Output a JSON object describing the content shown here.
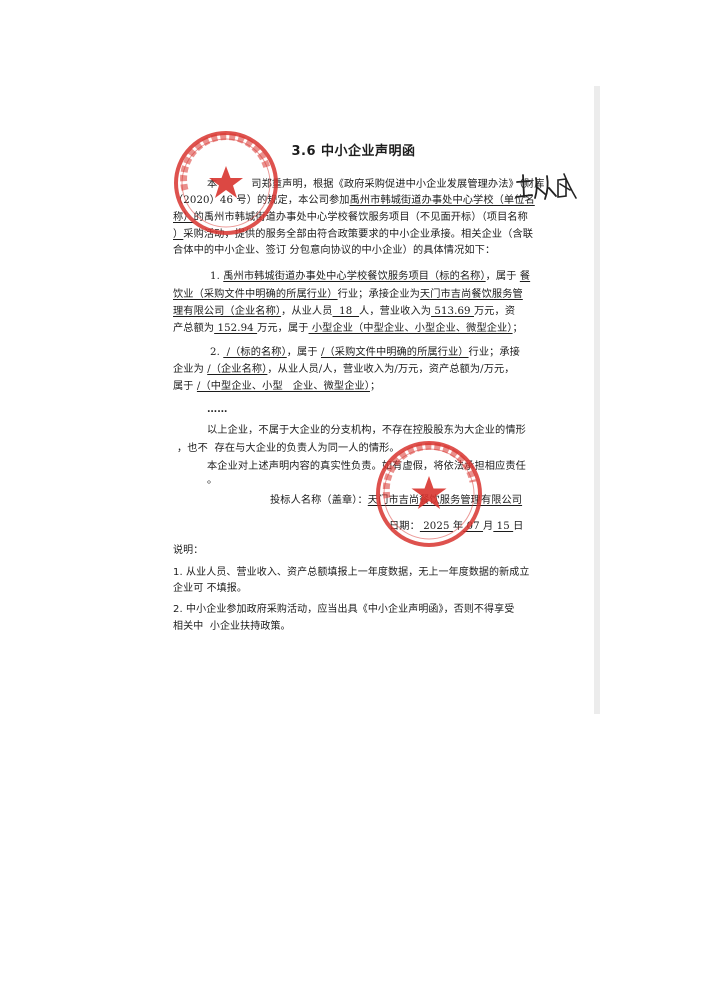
{
  "document": {
    "title": "3.6 中小企业声明函",
    "para1": {
      "line1_a": "本",
      "line1_b": "司郑重声明，根据《政府采购促进中小企业发展管理办法》（财库",
      "line2_a": "（2020）46 号）的规定，本公司参加",
      "line2_b": "禹州市韩城街道办事处中心学校（单位名",
      "line3_a": "称）",
      "line3_b": "的禹州市韩城街道办事处中心学校餐饮服务项目（不见面开标）（项目名称",
      "line4_a": "）",
      "line4_b": "采购活动，提供的服务全部由符合政策要求的中小企业承接。相关企业（含联",
      "line5": "合体中的中小企业、签订 分包意向协议的中小企业）的具体情况如下："
    },
    "item1": {
      "line1_a": "1. ",
      "line1_b": "禹州市韩城街道办事处中心学校餐饮服务项目（标的名称）",
      "line1_c": "，属于 ",
      "line1_d": "餐",
      "line2_a": "饮业（采购文件中明确的所属行业）",
      "line2_b": "行业；承接企业为",
      "line2_c": "天门市吉尚餐饮服务管",
      "line3_a": "理有限公司（企业名称）",
      "line3_b": "，从业人员",
      "line3_c": "  18  ",
      "line3_d": "人，营业收入为",
      "line3_e": " 513.69 ",
      "line3_f": "万元，资",
      "line4_a": "产总额为",
      "line4_b": " 152.94 ",
      "line4_c": "万元，属于",
      "line4_d": " 小型企业（中型企业、小型企业、微型企业）",
      "line4_e": "；"
    },
    "item2": {
      "line1_a": "2. ",
      "line1_b": " /（标的名称）",
      "line1_c": "，属于 ",
      "line1_d": "/（采购文件中明确的所属行业）",
      "line1_e": "行业；承接",
      "line2_a": "企业为 ",
      "line2_b": "/（企业名称）",
      "line2_c": "，从业人员/人，营业收入为/万元，资产总额为/万元，",
      "line3_a": "属于 ",
      "line3_b": "/（中型企业、小型   企业、微型企业）",
      "line3_c": "；"
    },
    "ellipsis": "……",
    "statement": {
      "line1": "以上企业，不属于大企业的分支机构，不存在控股股东为大企业的情形",
      "line2": "，也不  存在与大企业的负责人为同一人的情形。",
      "line3": "本企业对上述声明内容的真实性负责。如有虚假，将依法承担相应责任",
      "line4": "。"
    },
    "signature": {
      "bidder_label": "投标人名称（盖章）：",
      "bidder_name": "天门市吉尚餐饮服务管理有限公司",
      "date_label": "日期：",
      "year": " 2025 ",
      "year_unit": "年",
      "month": " 07 ",
      "month_unit": "月",
      "day": " 15 ",
      "day_unit": "日"
    },
    "notes": {
      "heading": "说明：",
      "note1_line1": "1. 从业人员、营业收入、资产总额填报上一年度数据，无上一年度数据的新成立",
      "note1_line2": "企业可 不填报。",
      "note2_line1": "2. 中小企业参加政府采购活动，应当出具《中小企业声明函》，否则不得享受",
      "note2_line2": "相关中  小企业扶持政策。"
    },
    "stamp_color": "#d8342f",
    "ink_color": "#1c1c1c"
  }
}
